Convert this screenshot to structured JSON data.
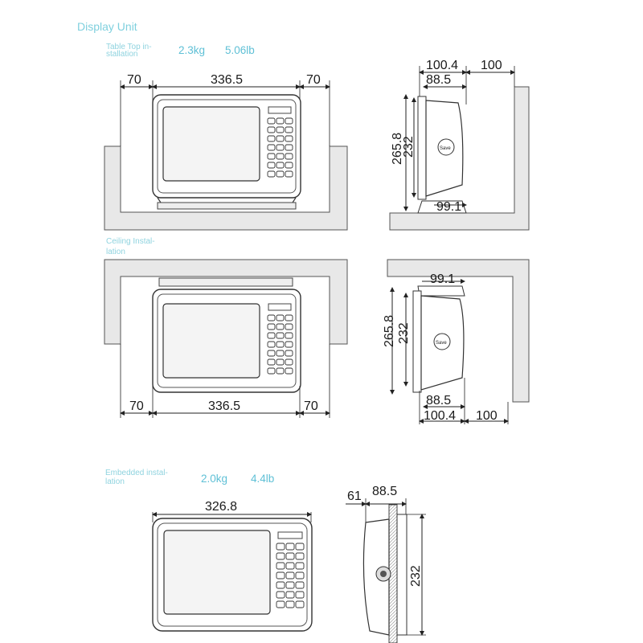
{
  "header": {
    "title": "Display Unit"
  },
  "table_top": {
    "label_line1": "Table Top in-",
    "label_line2": "stallation",
    "weight_kg": "2.3kg",
    "weight_lb": "5.06lb",
    "front": {
      "left": "70",
      "width": "336.5",
      "right": "70"
    },
    "side": {
      "depth": "100.4",
      "clearance": "100",
      "body": "88.5",
      "height_total": "265.8",
      "height_body": "232",
      "base": "99.1"
    }
  },
  "ceiling": {
    "label_line1": "Ceiling Instal-",
    "label_line2": "lation",
    "front": {
      "left": "70",
      "width": "336.5",
      "right": "70"
    },
    "side": {
      "base": "99.1",
      "height_total": "265.8",
      "height_body": "232",
      "body": "88.5",
      "depth": "100.4",
      "clearance": "100"
    }
  },
  "embedded": {
    "label_line1": "Embedded instal-",
    "label_line2": "lation",
    "weight_kg": "2.0kg",
    "weight_lb": "4.4lb",
    "front": {
      "width": "326.8"
    },
    "side": {
      "front_depth": "61",
      "body": "88.5",
      "height_body": "232"
    }
  },
  "knob_label": "Save"
}
